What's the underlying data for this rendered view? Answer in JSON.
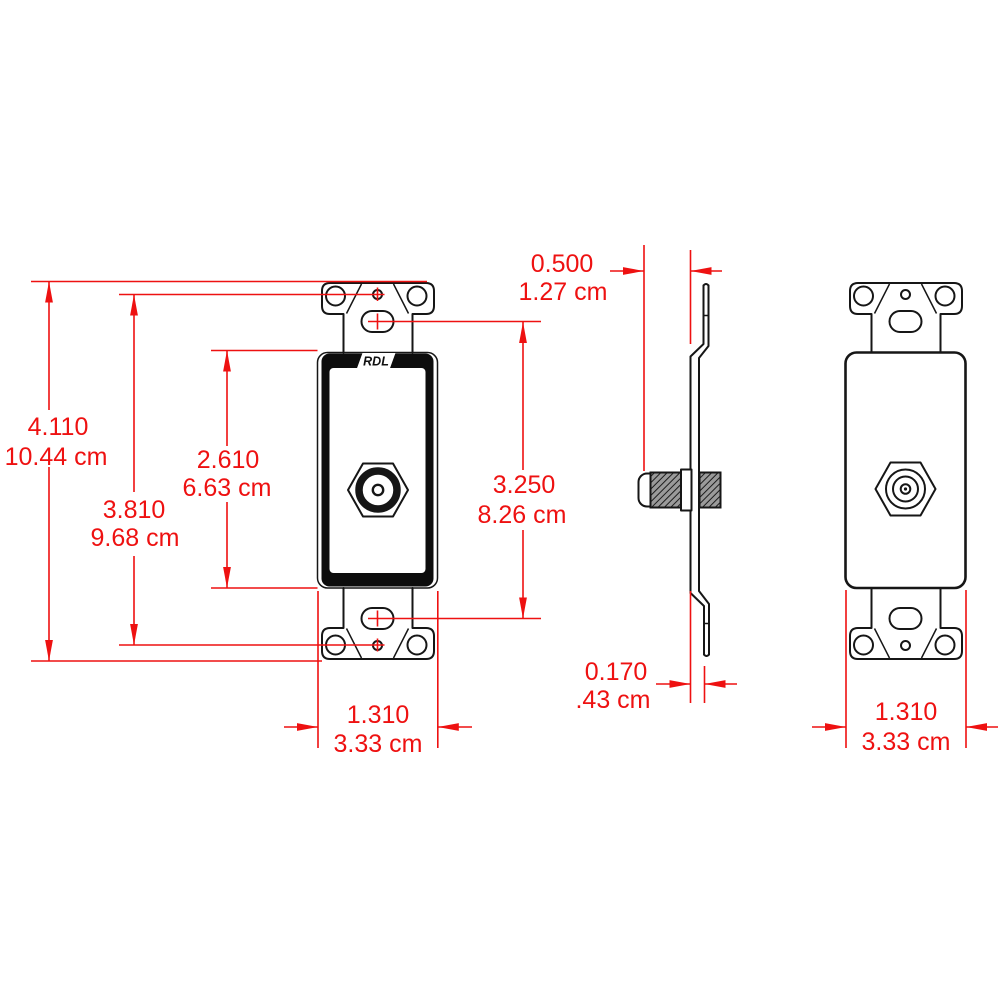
{
  "diagram": {
    "kind": "mechanical-dimension-drawing",
    "product_logo": "RDL",
    "colors": {
      "dimension_red": "#ee1111",
      "line_black": "#161616",
      "hatch_gray": "#9a9a9a"
    },
    "dimensions": {
      "overall_height": {
        "in": "4.110",
        "cm": "10.44 cm"
      },
      "hole_spacing": {
        "in": "3.810",
        "cm": "9.68 cm"
      },
      "opening_height": {
        "in": "2.610",
        "cm": "6.63 cm"
      },
      "slot_spacing": {
        "in": "3.250",
        "cm": "8.26 cm"
      },
      "front_width": {
        "in": "1.310",
        "cm": "3.33 cm"
      },
      "connector_protrusion": {
        "in": "0.500",
        "cm": "1.27 cm"
      },
      "bracket_offset": {
        "in": "0.170",
        "cm": ".43 cm"
      },
      "rear_width": {
        "in": "1.310",
        "cm": "3.33 cm"
      }
    }
  }
}
